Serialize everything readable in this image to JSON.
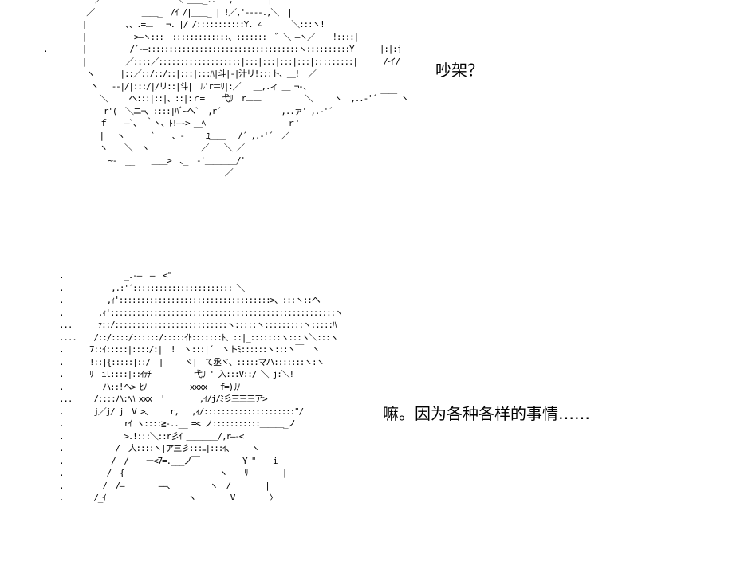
{
  "dialogue": {
    "line_1": "吵架？",
    "line_2": "嘛。因为各种各样的事情……"
  },
  "ascii_art": {
    "top_figure": "            ／             ￣￣＼ ＿＿_..   ;        |\n          ／           ＿＿_  /ｲ /|＿＿_ | !／,'----.,＼  |\n         |         ､、.=ニ _ ¬. |/ /:::::::::::Y. ∠_      ＼:::ヽ!\n         |           >―ヽ:::  :::::::::::::、:::::::  ゛＼ ―ヽ／    !::::|\n.        |          /´-―:::::::::::::::::::::::::::::::::::ヽ::::::::::Y      |:|:j\n         |         ／::::／:::::::::::::::::::|:::|:::|:::|:::|:::::::::|      /イ/\n          ヽ      |::／::/::/::|:::|:::ﾊ|斗|-|汁リ!:::ト、＿!  ／\n           ヽ   -‐|/|:::/|/リ::|斗|  ﾙ'r＝ﾘ|:／   ＿,.ィ ＿ ¬-、\n             ＼     ヘ:::|::|、::|:ｒ=    弋ﾘ  rニニ          ＼     ヽ  ,..-'´ ￣￣ ヽ\n              r'(  ＼ニ¬、::::|ﾊﾞ~ヘ`  ,r´              ,..ァ' ,.-'´\n             ｆ    ―`、 ｀ヽ、ﾄ!―-> ＿ﾍ                   ｒ'\n             |   ヽ      `    、‐     ﾕ＿＿   /´ ,.-'´  ／\n             ヽ    ＼  ヽ            ／￣￣＼ ／\n               ~-  __    ＿＿>  ､_  -'＿＿＿＿/'\n                                          ／",
    "bottom_figure": ".              _.-―  ―  <\"\n.           ,.:'´::::::::::::::::::::::: ＼\n.          ,ｨ':::::::::::::::::::::::::::::::::::>、:::ヽ::ヘ\n.        ,ｨ'::::::::::::::::::::::::::::::::::::::::::::::::::::ヽ\n...      ｧ::/::::::::::::::::::::::::::ヽ:::::ヽ:::::::::ヽ:::::ﾊ\n....    /::/::::/::::::/:::::ｲﾄ:::::::ﾄ、::|_:::::::ヽ:::ヽ＼:::ヽ\n.      7::ｲ:::::|::::/:|  !  ヽ:::|´  ヽトﾐ::::::ヽ:::ヽ￣  ヽ\n.      !::|{:::::|::/¯¯|     ヾ|  て丞ヾ、:::::マハ:::::::ヽ:ヽ\n.      ﾘ  il::::|::ｲﾃﾁ          弋ﾘ ' 入:::V::/ ＼ j:＼!\n.         ハ::!ヘ> ﾋﾉ          xxxx   f=)ﾘﾉ\n...     /::::ハ:ﾍﾊ xxx  '        ,ｲ/j/ﾐ彡三三三ア>\n.       j／j/ j  V >、    r,   ,ｨ/:::::::::::::::::::::\"/\n.              rｲ ヽ::::≧-..__ =< ノ:::::::::::＿＿＿_ノ\n.              >.!:::＼::r彡ｲ ＿＿＿＿/,r―‐<\n.            /  人::::ヽ|ア三彡:::ﾆ|:::ｲ、    ヽ\n.           /  /    ー<7=.___ノ￣          Y \"    i\n.          /  {                      ヽ    ﾘ        |\n.         /  /―        ――、        ヽ  /        |\n.       /_ｲ                   ヽ        V        〉"
  }
}
